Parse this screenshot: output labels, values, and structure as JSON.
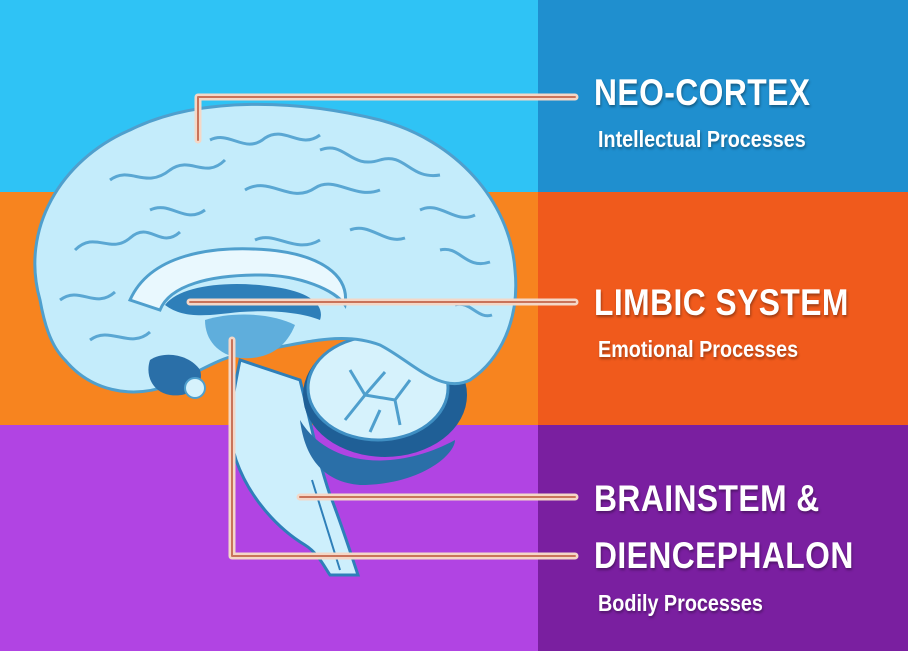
{
  "bands": {
    "top": {
      "left": "#2fc3f5",
      "right": "#1f8fcf"
    },
    "middle": {
      "left": "#f7841f",
      "right": "#f05a1c"
    },
    "bottom": {
      "left": "#b144e3",
      "right": "#7a1fa0"
    }
  },
  "labels": {
    "neo_cortex": {
      "title": "NEO-CORTEX",
      "subtitle": "Intellectual Processes"
    },
    "limbic": {
      "title": "LIMBIC SYSTEM",
      "subtitle": "Emotional Processes"
    },
    "brainstem": {
      "title_line1": "BRAINSTEM &",
      "title_line2": "DIENCEPHALON",
      "subtitle": "Bodily Processes"
    }
  },
  "colors": {
    "cortex": "#c4ecfb",
    "cortex_outline": "#4f9fcd",
    "deep": "#2e7fb9",
    "pointer": "#f4d7c7"
  }
}
